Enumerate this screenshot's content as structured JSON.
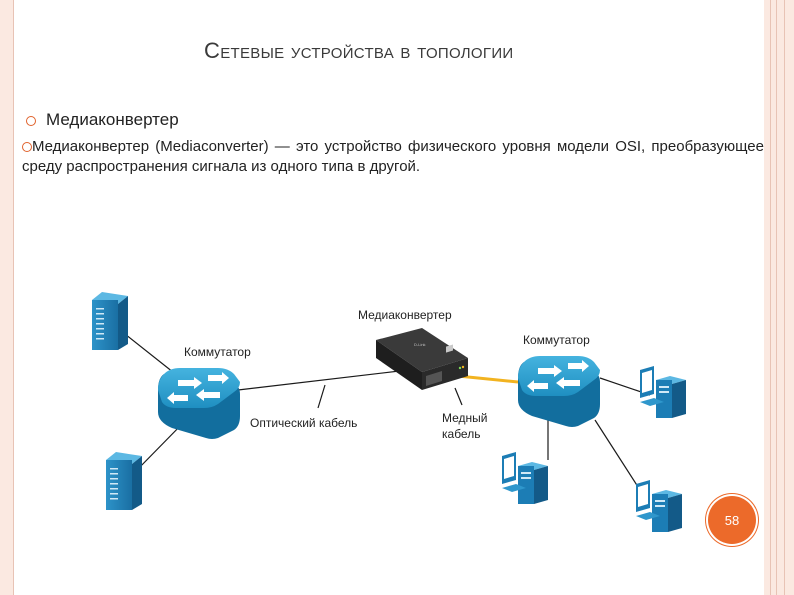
{
  "slide": {
    "title": "Сетевые устройства в топологии",
    "subtitle": "Медиаконвертер",
    "paragraph": "Медиаконвертер (Mediaconverter) — это устройство физического уровня модели OSI, преобразующее среду распространения сигнала из одного типа в другой.",
    "page_number": "58"
  },
  "diagram": {
    "labels": {
      "mediaconverter": "Медиаконвертер",
      "switch_left": "Коммутатор",
      "switch_right": "Коммутатор",
      "optical_cable": "Оптический кабель",
      "copper_cable": "Медный\nкабель"
    },
    "mediaconverter_text": "D-Link"
  },
  "colors": {
    "accent": "#e0622c",
    "badge": "#ec6a2a",
    "border": "#fbe9e1",
    "switch": "#1f8fc1",
    "device": "#1c7db5",
    "copper_cable": "#f2b320"
  }
}
